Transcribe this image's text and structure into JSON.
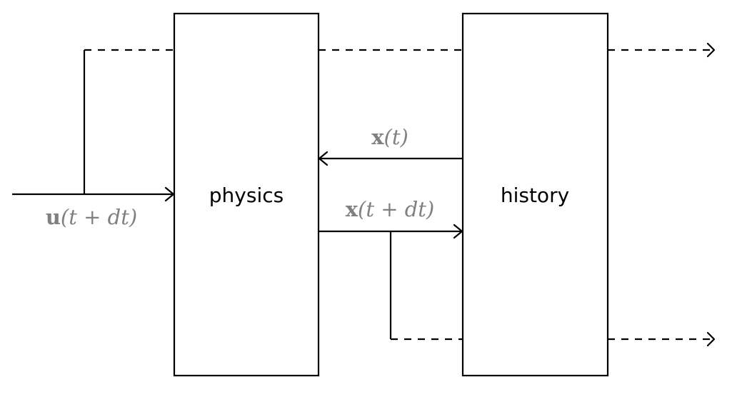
{
  "blocks": {
    "physics": {
      "label": "physics"
    },
    "history": {
      "label": "history"
    }
  },
  "signals": {
    "input": {
      "bold": "u",
      "rest": "(t + dt)"
    },
    "state_current": {
      "bold": "x",
      "rest": "(t)"
    },
    "state_next": {
      "bold": "x",
      "rest": "(t + dt)"
    }
  },
  "colors": {
    "line": "#000000",
    "signal_label": "#808080"
  }
}
